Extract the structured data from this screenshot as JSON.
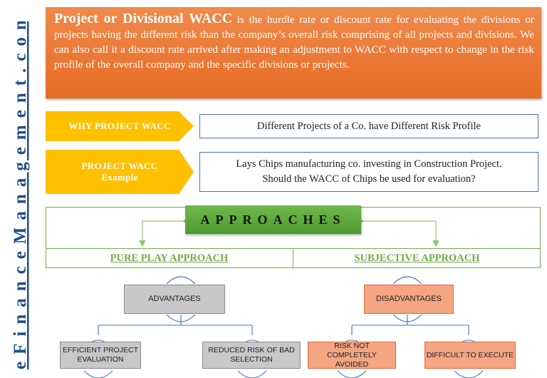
{
  "watermark": "eFinanceManagement.com",
  "intro": {
    "lead": "Project or Divisional WACC",
    "text": " is the hurdle rate or discount rate for evaluating the divisions or projects having the different risk than the company’s overall risk comprising of all projects and divisions. We can also call it a discount rate arrived after making an adjustment to WACC with respect to change in the risk profile of the overall company and the specific divisions or projects."
  },
  "why": {
    "label": "WHY PROJECT WACC",
    "text": "Different Projects of a Co. have Different Risk Profile"
  },
  "example": {
    "label_line1": "PROJECT WACC",
    "label_line2": "Example",
    "text_line1": "Lays Chips manufacturing co. investing in Construction Project.",
    "text_line2": "Should the WACC of Chips be used for evaluation?"
  },
  "approaches": {
    "title": "APPROACHES",
    "left": "PURE PLAY APPROACH",
    "right": "SUBJECTIVE APPROACH"
  },
  "advantages": {
    "title": "ADVANTAGES",
    "item1_line1": "EFFICIENT PROJECT",
    "item1_line2": "EVALUATION",
    "item2_line1": "REDUCED RISK OF BAD",
    "item2_line2": "SELECTION"
  },
  "disadvantages": {
    "title": "DISADVANTAGES",
    "item1_line1": "RISK NOT COMPLETELY",
    "item1_line2": "AVOIDED",
    "item2": "DIFFICULT TO EXECUTE"
  },
  "colors": {
    "orange": "#e76b24",
    "gold": "#ffc000",
    "green": "#70ad47",
    "blue": "#4472c4",
    "salmon": "#f4a582",
    "gray": "#c8c8c8",
    "navy": "#1f4e8c"
  }
}
